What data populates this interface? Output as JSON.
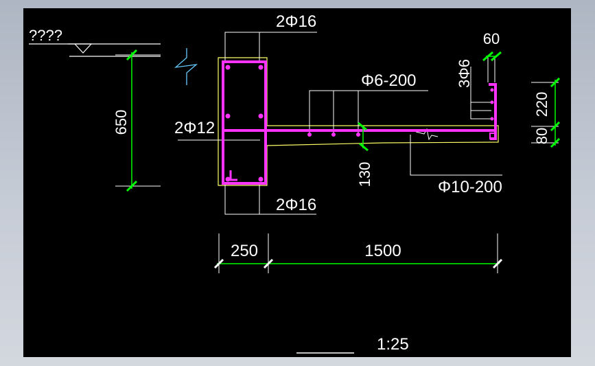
{
  "colors": {
    "background": "#000000",
    "frame": "#b9c0cb",
    "outline": "#ffffff",
    "concrete": "#ffff66",
    "rebar": "#ff33ff",
    "dimension": "#00ff00",
    "break_line": "#66ccff",
    "dim_text": "#ffffff"
  },
  "labels": {
    "level_marker": "????",
    "top_bars": "2Φ16",
    "bottom_bars": "2Φ16",
    "middle_bars": "2Φ12",
    "slab_distribution": "Φ6-200",
    "slab_main": "Φ10-200",
    "edge_bars": "3Φ6",
    "scale": "1:25"
  },
  "dimensions": {
    "beam_height": "650",
    "beam_width": "250",
    "slab_span": "1500",
    "slab_thickness": "130",
    "edge_width": "60",
    "edge_upturn": "220",
    "edge_bottom": "80"
  }
}
